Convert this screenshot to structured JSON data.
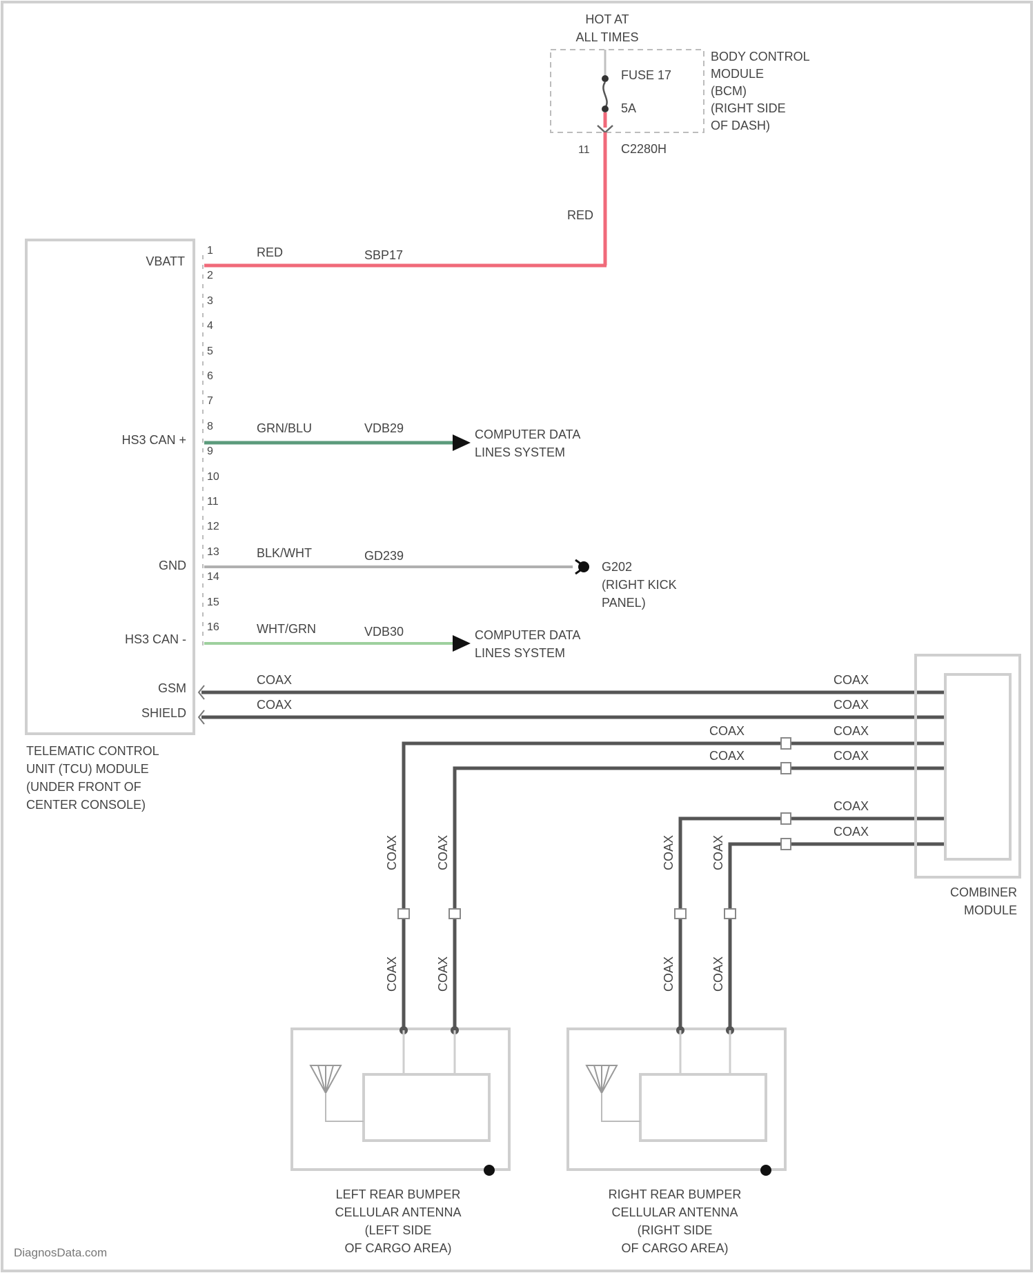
{
  "colors": {
    "red_wire": "#f06a7a",
    "green_wire": "#5c9b7c",
    "light_green_wire": "#9ed09e",
    "gray_wire": "#b0b0b0",
    "coax": "#555555",
    "box": "#cfcfcf"
  },
  "fuse": {
    "hot_line1": "HOT AT",
    "hot_line2": "ALL TIMES",
    "fuse_name": "FUSE 17",
    "rating": "5A",
    "pin": "11",
    "connector": "C2280H",
    "bcm_line1": "BODY CONTROL",
    "bcm_line2": "MODULE",
    "bcm_line3": "(BCM)",
    "bcm_line4": "(RIGHT SIDE",
    "bcm_line5": "OF DASH)"
  },
  "tcu": {
    "pin_labels": {
      "vbatt": "VBATT",
      "hs3_can_plus": "HS3 CAN +",
      "gnd": "GND",
      "hs3_can_minus": "HS3 CAN -",
      "gsm": "GSM",
      "shield": "SHIELD"
    },
    "pins": [
      "1",
      "2",
      "3",
      "4",
      "5",
      "6",
      "7",
      "8",
      "9",
      "10",
      "11",
      "12",
      "13",
      "14",
      "15",
      "16"
    ],
    "name_line1": "TELEMATIC CONTROL",
    "name_line2": "UNIT (TCU) MODULE",
    "name_line3": "(UNDER FRONT OF",
    "name_line4": "CENTER CONSOLE)"
  },
  "wires": {
    "riser_color": "RED",
    "vbatt_color": "RED",
    "vbatt_circuit": "SBP17",
    "can_plus_color": "GRN/BLU",
    "can_plus_circuit": "VDB29",
    "gnd_color": "BLK/WHT",
    "gnd_circuit": "GD239",
    "can_minus_color": "WHT/GRN",
    "can_minus_circuit": "VDB30",
    "coax": "COAX"
  },
  "destinations": {
    "data_line1": "COMPUTER DATA",
    "data_line2": "LINES SYSTEM",
    "ground_id": "G202",
    "ground_line2": "(RIGHT KICK",
    "ground_line3": "PANEL)"
  },
  "combiner": {
    "line1": "COMBINER",
    "line2": "MODULE"
  },
  "left_antenna": {
    "line1": "LEFT REAR BUMPER",
    "line2": "CELLULAR ANTENNA",
    "line3": "(LEFT SIDE",
    "line4": "OF CARGO AREA)"
  },
  "right_antenna": {
    "line1": "RIGHT REAR BUMPER",
    "line2": "CELLULAR ANTENNA",
    "line3": "(RIGHT SIDE",
    "line4": "OF CARGO AREA)"
  },
  "footer": {
    "watermark": "DiagnosData.com"
  }
}
